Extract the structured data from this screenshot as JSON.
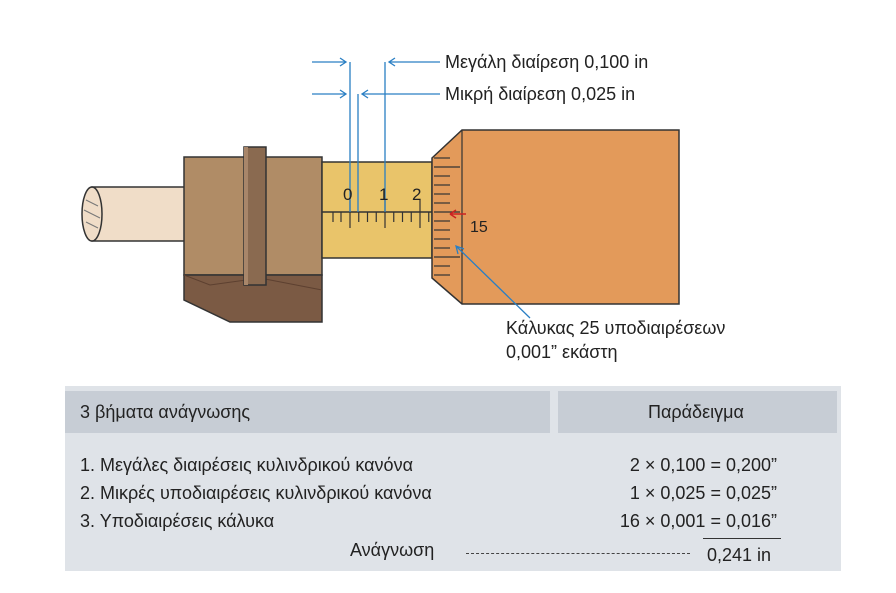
{
  "callouts": {
    "major_division": "Μεγάλη διαίρεση 0,100 in",
    "minor_division": "Μικρή διαίρεση 0,025 in",
    "thimble_line1": "Κάλυκας 25 υποδιαιρέσεων",
    "thimble_line2": "0,001” εκάστη"
  },
  "sleeve_numbers": [
    "0",
    "1",
    "2"
  ],
  "thimble_number": "15",
  "table": {
    "header_steps": "3 βήματα ανάγνωσης",
    "header_example": "Παράδειγμα",
    "rows": [
      {
        "step": "1. Μεγάλες διαιρέσεις κυλινδρικού κανόνα",
        "example": "2 × 0,100 = 0,200”"
      },
      {
        "step": "2. Μικρές υποδιαιρέσεις κυλινδρικού κανόνα",
        "example": "1 × 0,025 = 0,025”"
      },
      {
        "step": "3. Υποδιαιρέσεις κάλυκα",
        "example": "16 × 0,001 = 0,016”"
      }
    ],
    "reading_label": "Ανάγνωση",
    "reading_value": "0,241 in"
  },
  "colors": {
    "frame": "#b08c66",
    "frame_dark": "#7b5a44",
    "sleeve": "#e9c46a",
    "thimble": "#e39a5a",
    "spindle": "#f0ddc8",
    "callout_line": "#2a7fc4",
    "panel": "#dfe3e8",
    "panel_header": "#c7cdd5"
  }
}
